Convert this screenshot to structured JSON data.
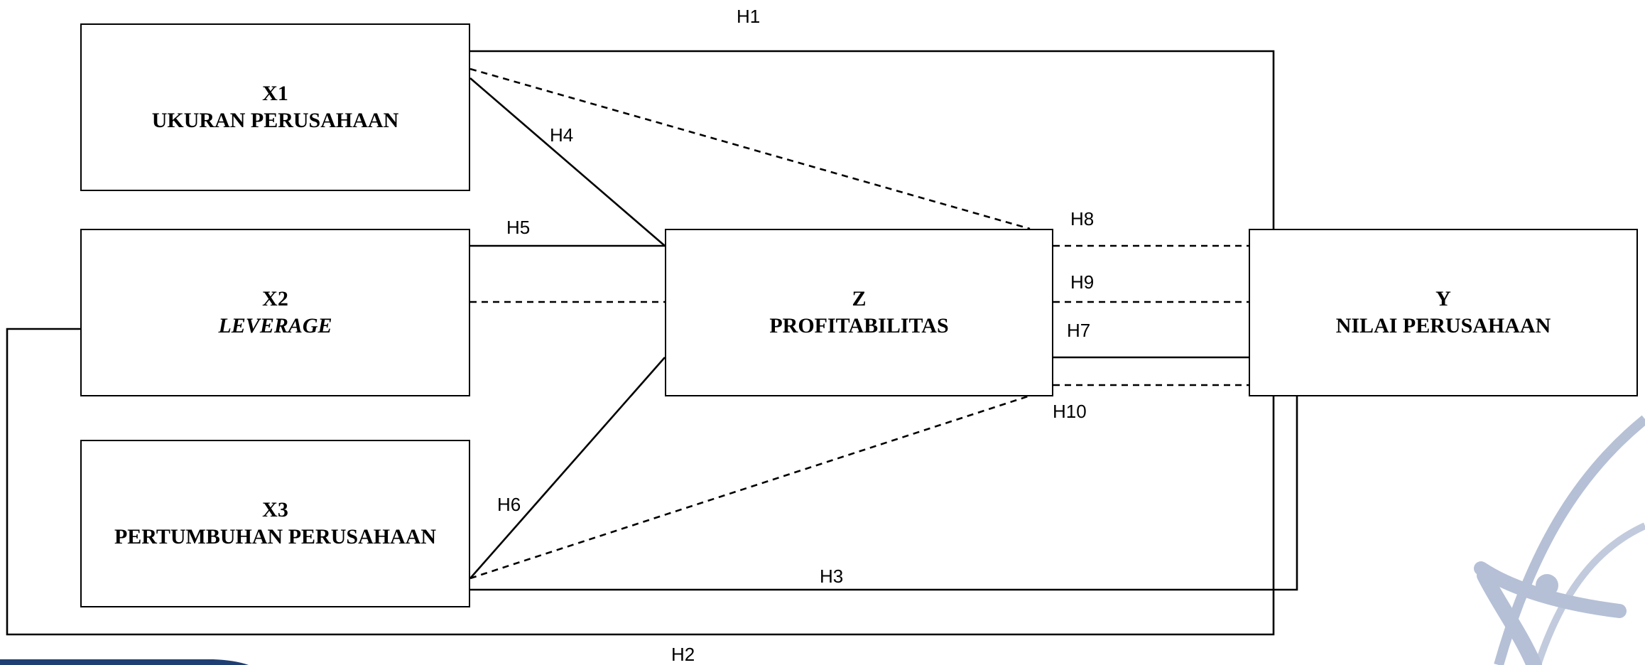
{
  "boxes": {
    "x1": {
      "code": "X1",
      "name": "UKURAN PERUSAHAAN"
    },
    "x2": {
      "code": "X2",
      "name": "LEVERAGE"
    },
    "x3": {
      "code": "X3",
      "name": "PERTUMBUHAN PERUSAHAAN"
    },
    "z": {
      "code": "Z",
      "name": "PROFITABILITAS"
    },
    "y": {
      "code": "Y",
      "name": "NILAI PERUSAHAAN"
    }
  },
  "hypotheses": {
    "h1": "H1",
    "h2": "H2",
    "h3": "H3",
    "h4": "H4",
    "h5": "H5",
    "h6": "H6",
    "h7": "H7",
    "h8": "H8",
    "h9": "H9",
    "h10": "H10"
  },
  "relations": [
    {
      "id": "H1",
      "from": "X1",
      "to": "Y",
      "style": "solid"
    },
    {
      "id": "H2",
      "from": "X2",
      "to": "Y",
      "style": "solid"
    },
    {
      "id": "H3",
      "from": "X3",
      "to": "Y",
      "style": "solid"
    },
    {
      "id": "H4",
      "from": "X1",
      "to": "Z",
      "style": "solid"
    },
    {
      "id": "H5",
      "from": "X2",
      "to": "Z",
      "style": "solid"
    },
    {
      "id": "H6",
      "from": "X3",
      "to": "Z",
      "style": "solid"
    },
    {
      "id": "H7",
      "from": "Z",
      "to": "Y",
      "style": "solid"
    },
    {
      "id": "H8",
      "from": "X1",
      "via": "Z",
      "to": "Y",
      "style": "dashed"
    },
    {
      "id": "H9",
      "from": "X2",
      "via": "Z",
      "to": "Y",
      "style": "dashed"
    },
    {
      "id": "H10",
      "from": "X3",
      "via": "Z",
      "to": "Y",
      "style": "dashed"
    }
  ],
  "colors": {
    "line": "#000000",
    "box_border": "#000000",
    "watermark": "#a9b6cf",
    "banner": "#1f3f73"
  }
}
